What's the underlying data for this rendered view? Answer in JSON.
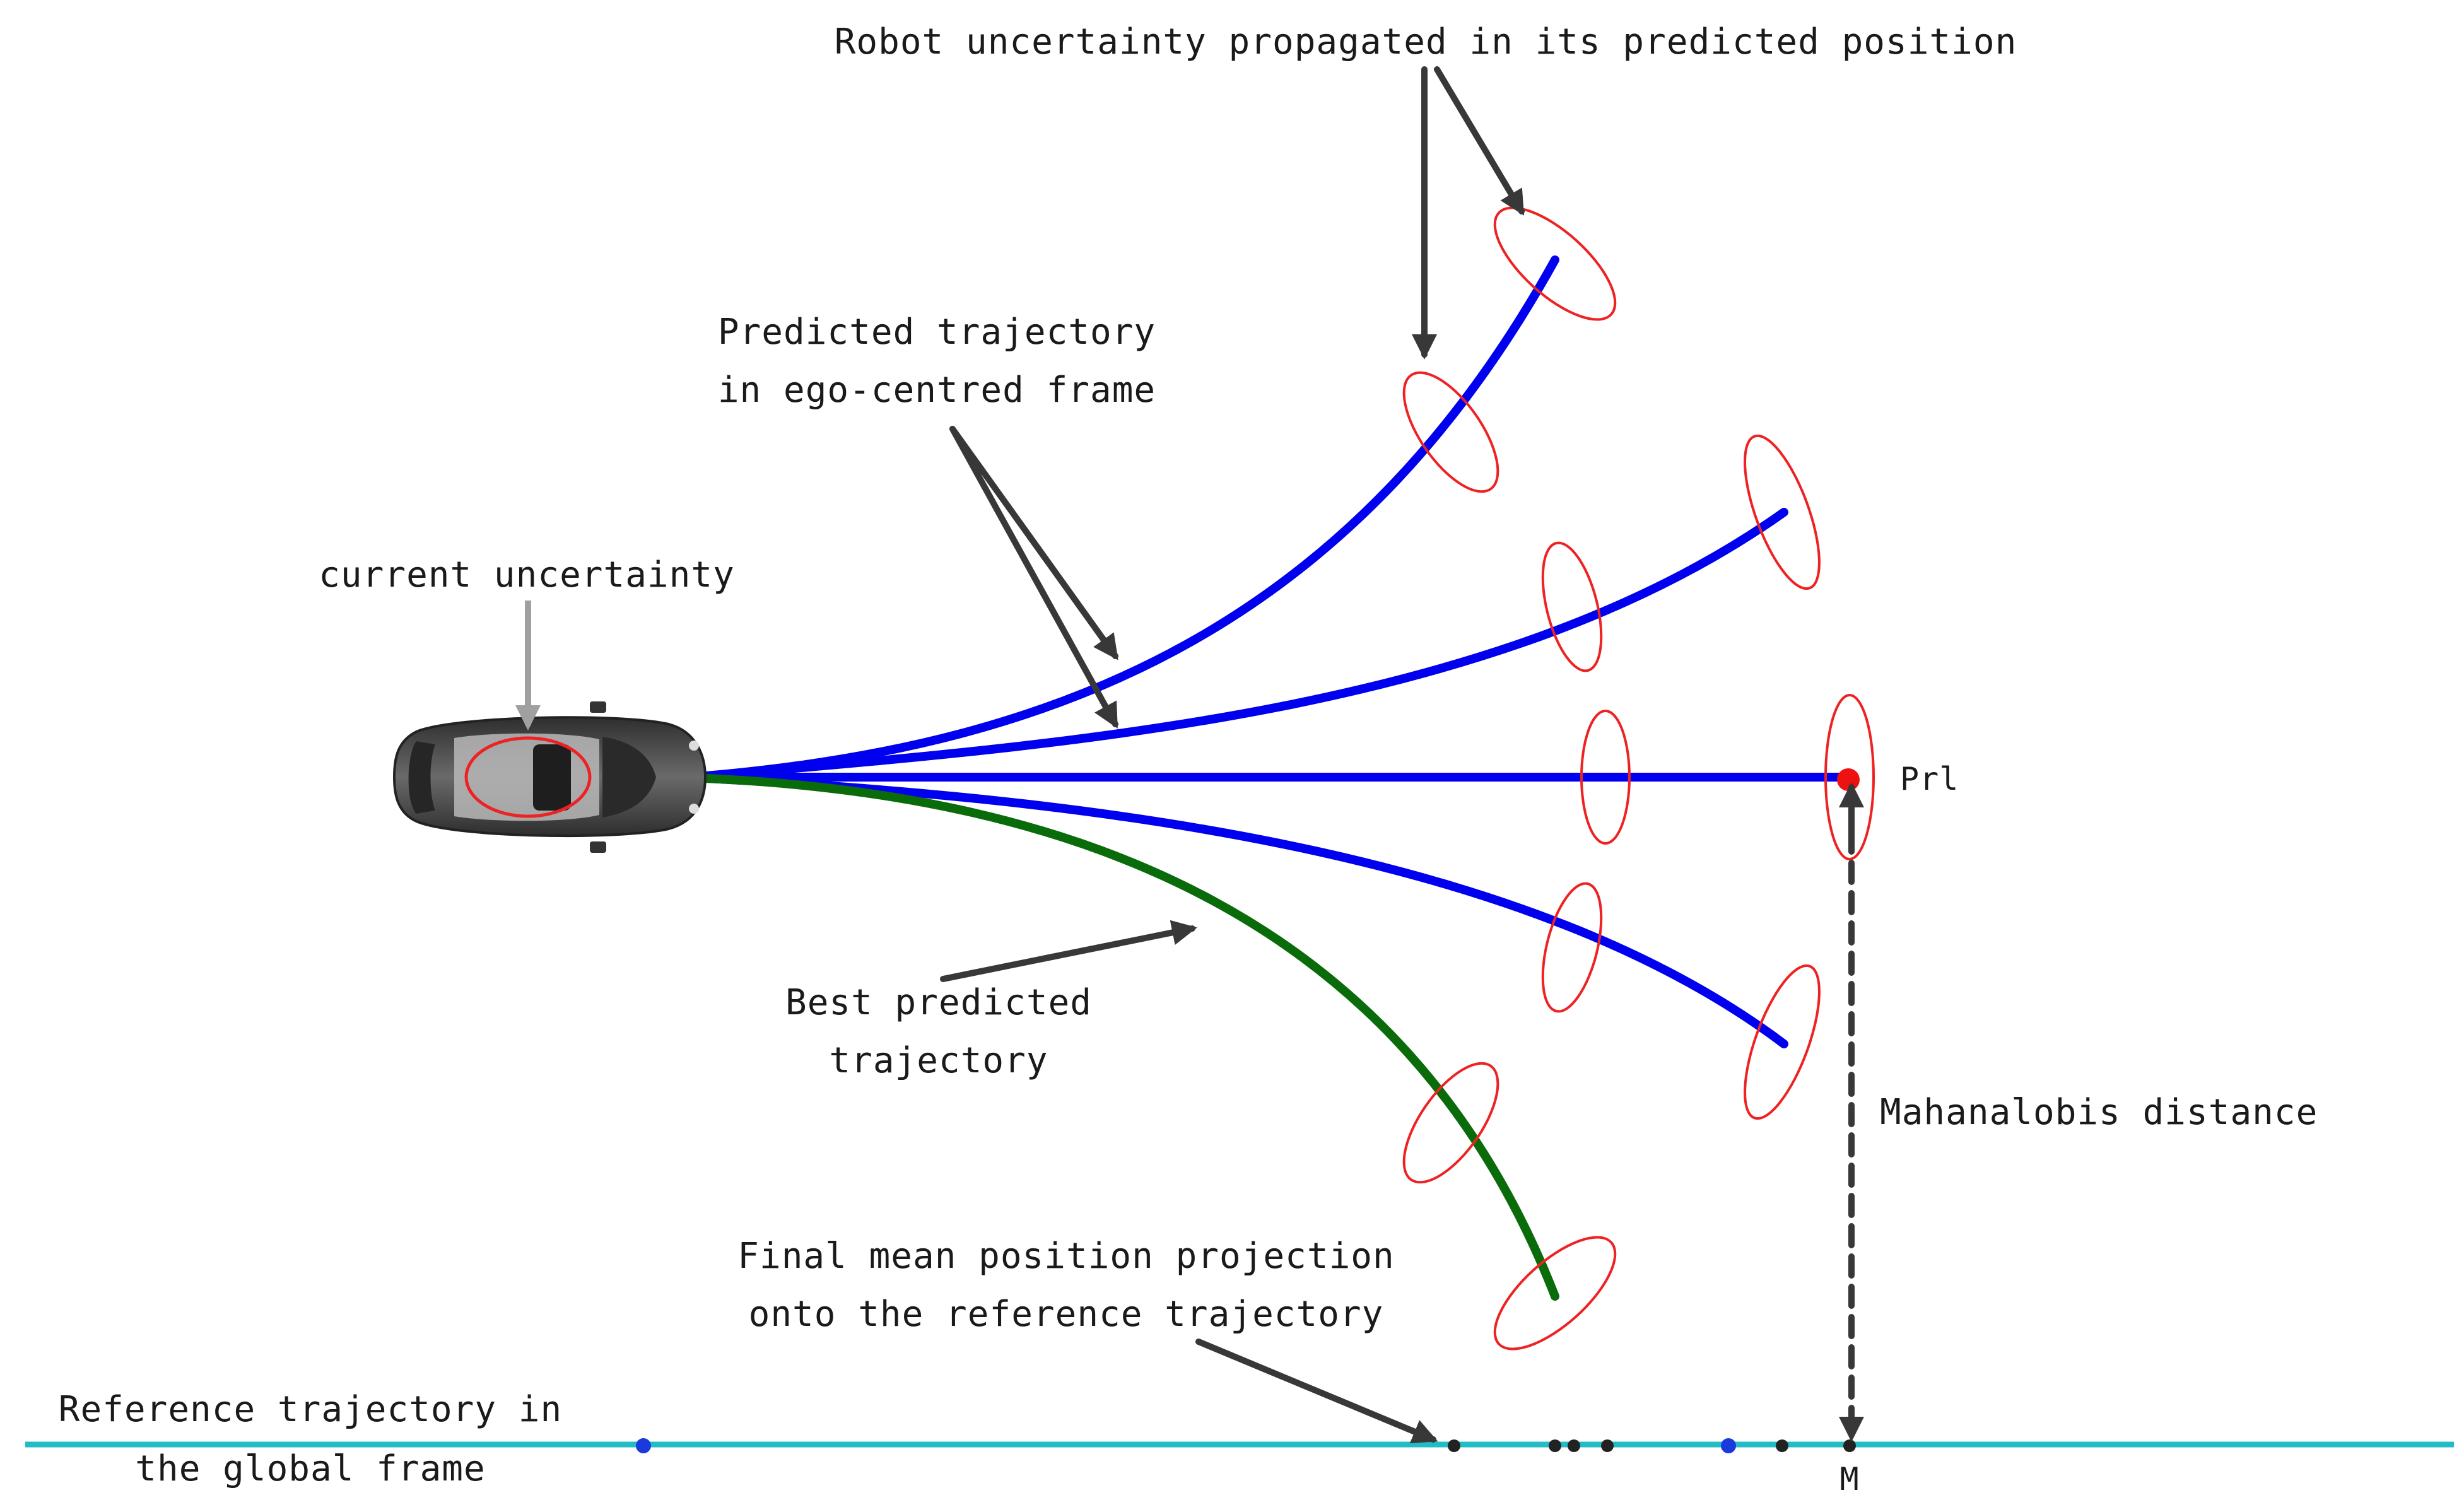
{
  "labels": {
    "robot_uncertainty": "Robot uncertainty propagated in its predicted position",
    "predicted_line1": "Predicted trajectory",
    "predicted_line2": "in ego-centred frame",
    "current_uncertainty": "current uncertainty",
    "best_line1": "Best predicted",
    "best_line2": "trajectory",
    "final_line1": "Final mean position projection",
    "final_line2": "onto the reference trajectory",
    "reference_line1": "Reference trajectory in",
    "reference_line2": "the global frame",
    "prl": "Prl",
    "mahalanobis": "Mahanalobis distance",
    "m": "M"
  },
  "colors": {
    "predicted_trajectory": "#0000ee",
    "best_trajectory": "#0a6b0a",
    "uncertainty_ellipse": "#ee2222",
    "reference_line": "#22bcc4",
    "arrow": "#383838",
    "current_arrow": "#a0a0a0",
    "prl_point": "#ee1111",
    "car_body": "#4a4a4a"
  },
  "icons": {
    "vehicle": "car-top-view-icon"
  }
}
